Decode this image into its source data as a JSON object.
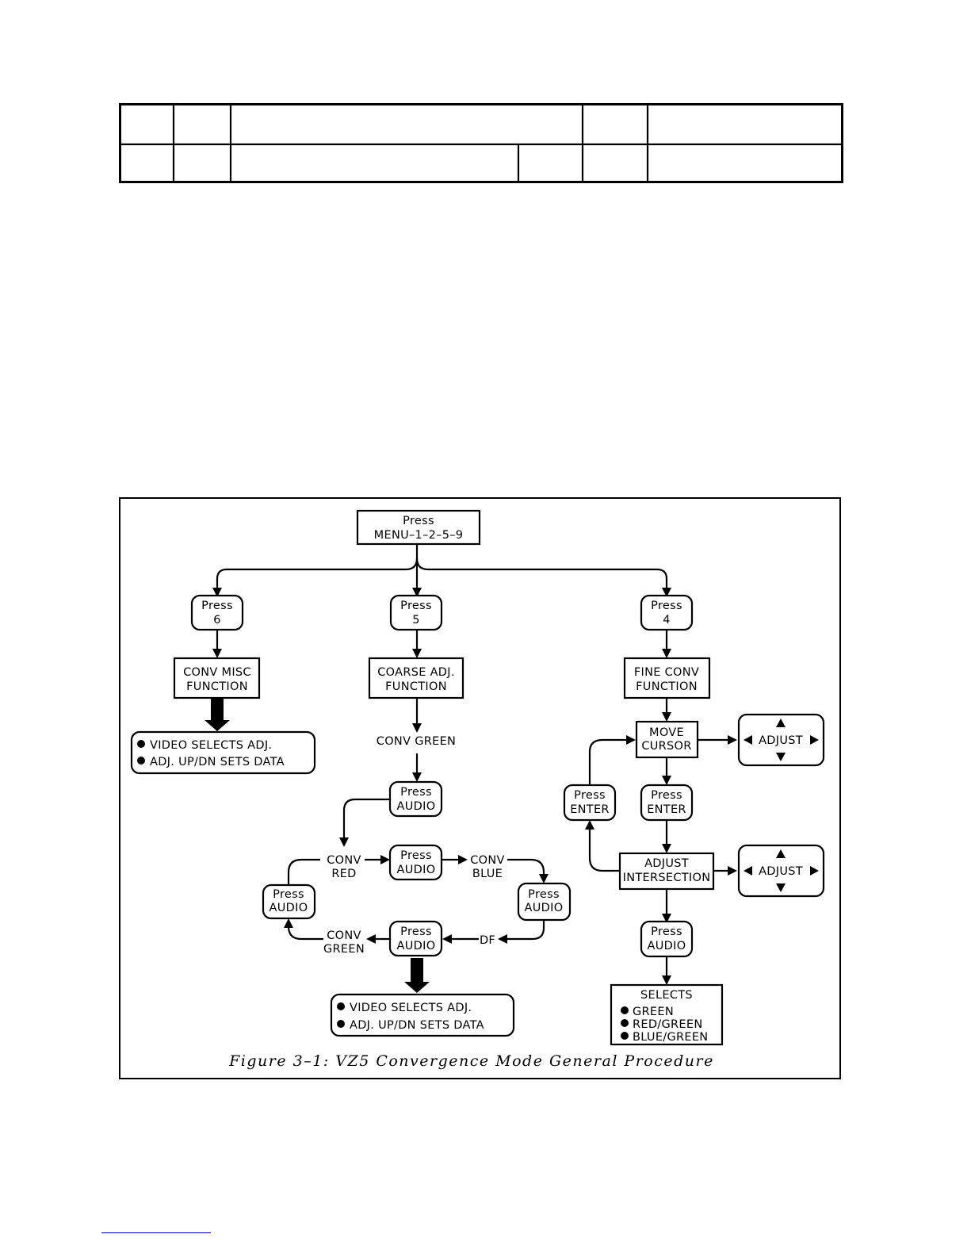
{
  "diagram": {
    "caption": "Figure 3–1: VZ5 Convergence Mode General Procedure",
    "start": {
      "line1": "Press",
      "line2": "MENU–1–2–5–9"
    },
    "left_branch": {
      "press": {
        "line1": "Press",
        "line2": "6"
      },
      "function": {
        "line1": "CONV MISC",
        "line2": "FUNCTION"
      },
      "notes": [
        "VIDEO SELECTS ADJ.",
        "ADJ. UP/DN SETS DATA"
      ]
    },
    "middle_branch": {
      "press": {
        "line1": "Press",
        "line2": "5"
      },
      "function": {
        "line1": "COARSE ADJ.",
        "line2": "FUNCTION"
      },
      "conv_green_top": "CONV GREEN",
      "press_audio_1": {
        "line1": "Press",
        "line2": "AUDIO"
      },
      "conv_red": {
        "line1": "CONV",
        "line2": "RED"
      },
      "press_audio_2": {
        "line1": "Press",
        "line2": "AUDIO"
      },
      "conv_blue": {
        "line1": "CONV",
        "line2": "BLUE"
      },
      "press_audio_right": {
        "line1": "Press",
        "line2": "AUDIO"
      },
      "df": "DF",
      "press_audio_bottom": {
        "line1": "Press",
        "line2": "AUDIO"
      },
      "conv_green_bottom": {
        "line1": "CONV",
        "line2": "GREEN"
      },
      "press_audio_left": {
        "line1": "Press",
        "line2": "AUDIO"
      },
      "notes": [
        "VIDEO SELECTS ADJ.",
        "ADJ. UP/DN SETS DATA"
      ]
    },
    "right_branch": {
      "press": {
        "line1": "Press",
        "line2": "4"
      },
      "function": {
        "line1": "FINE CONV",
        "line2": "FUNCTION"
      },
      "move_cursor": {
        "line1": "MOVE",
        "line2": "CURSOR"
      },
      "adjust_1": "ADJUST",
      "press_enter_left": {
        "line1": "Press",
        "line2": "ENTER"
      },
      "press_enter_mid": {
        "line1": "Press",
        "line2": "ENTER"
      },
      "adjust_intersection": {
        "line1": "ADJUST",
        "line2": "INTERSECTION"
      },
      "adjust_2": "ADJUST",
      "press_audio": {
        "line1": "Press",
        "line2": "AUDIO"
      },
      "selects": {
        "title": "SELECTS",
        "items": [
          "GREEN",
          "RED/GREEN",
          "BLUE/GREEN"
        ]
      }
    }
  }
}
